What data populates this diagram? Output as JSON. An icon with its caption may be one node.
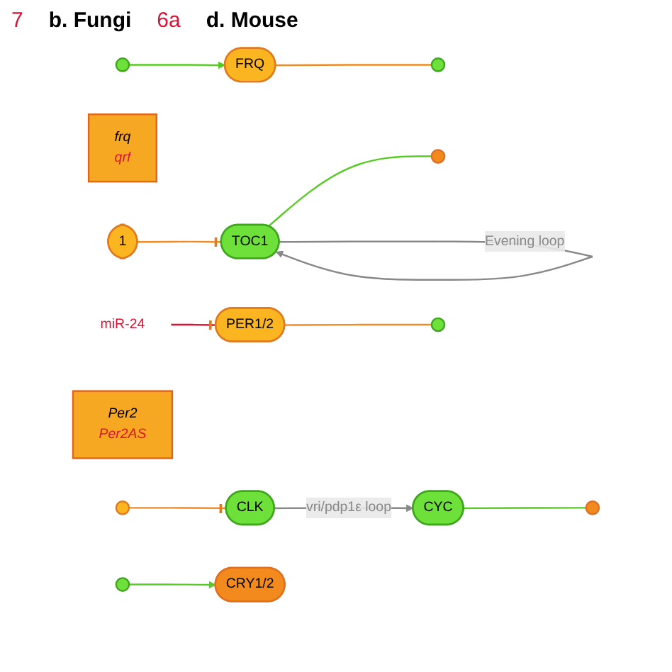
{
  "diagram": {
    "nodes": [
      {
        "text": [
          "1"
        ]
      },
      {
        "text": [],
        "shape": "circle"
      },
      {
        "text": [
          "TOC1"
        ]
      },
      {
        "text": [
          "frq",
          "qrf"
        ]
      },
      {
        "text": [
          "FRQ"
        ]
      },
      {
        "text": [],
        "shape": "circle"
      },
      {
        "text": [],
        "shape": "circle"
      },
      {
        "text": [],
        "shape": "circle"
      },
      {
        "text": [],
        "shape": "circle"
      },
      {
        "text": [
          "CLK"
        ]
      },
      {
        "text": [
          "CYC"
        ]
      },
      {
        "text": [
          "Per2",
          "Per2AS"
        ]
      },
      {
        "text": [
          "miR-24"
        ]
      },
      {
        "text": [
          "PER1/2"
        ]
      },
      {
        "text": [
          "CRY1/2"
        ]
      },
      {
        "text": [],
        "shape": "circle"
      },
      {
        "text": [],
        "shape": "circle"
      }
    ],
    "edges": [
      {
        "from": 0,
        "to": 2,
        "arrow": "other",
        "color": "#f08a24"
      },
      {
        "from": 2,
        "to": 1,
        "arrow": "none",
        "color": "#55cc22"
      },
      {
        "from": 2,
        "to": 2,
        "arrow": "to",
        "label": "Evening loop",
        "color": "#888888"
      },
      {
        "from": 4,
        "to": 5,
        "arrow": "none",
        "color": "#f08a24"
      },
      {
        "from": 6,
        "to": 4,
        "arrow": "to",
        "color": "#55cc22"
      },
      {
        "from": 7,
        "to": 9,
        "arrow": "other",
        "color": "#f08a24"
      },
      {
        "from": 10,
        "to": 8,
        "arrow": "none",
        "color": "#55cc22"
      },
      {
        "from": 9,
        "to": 10,
        "arrow": "to",
        "label": "vri/pdp1ε loop",
        "color": "#888888"
      },
      {
        "from": 12,
        "to": 13,
        "arrow": "other",
        "color": "#dd1133"
      },
      {
        "from": 13,
        "to": 15,
        "arrow": "none",
        "color": "#f08a24"
      },
      {
        "from": 16,
        "to": 14,
        "arrow": "to",
        "color": "#55cc22"
      }
    ],
    "labels": [
      "7",
      "b. Fungi",
      "6a",
      "d. Mouse"
    ]
  }
}
